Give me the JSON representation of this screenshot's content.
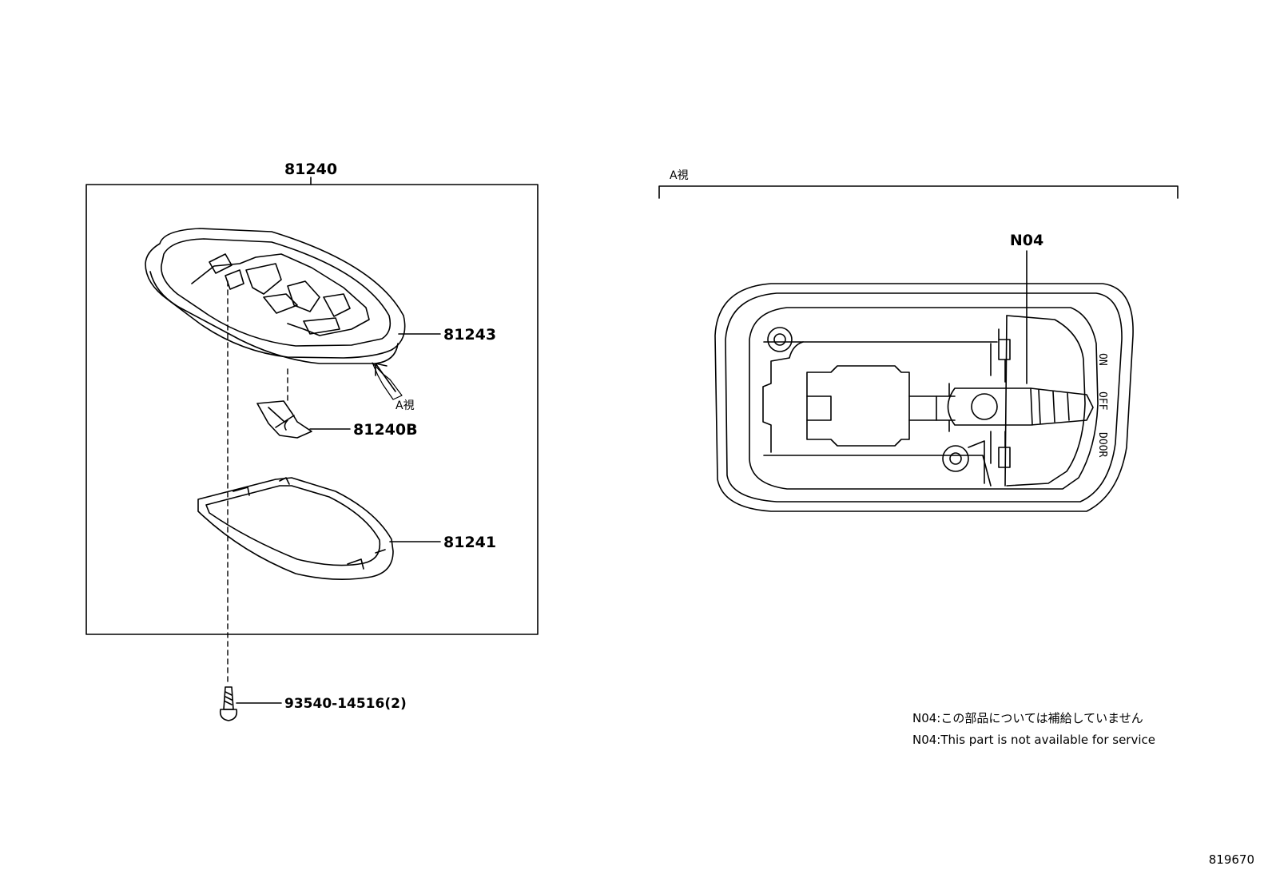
{
  "labels": {
    "assembly": "81240",
    "lens_housing": "81243",
    "bulb": "81240B",
    "base": "81241",
    "screw": "93540-14516(2)",
    "view_arrow": "A視",
    "view_title": "A視",
    "not_serviced_callout": "N04"
  },
  "switch_positions": [
    "ON",
    "OFF",
    "DOOR"
  ],
  "notes": {
    "jp": "N04:この部品については補給していません",
    "en": "N04:This part is not available for service"
  },
  "figure_number": "819670"
}
